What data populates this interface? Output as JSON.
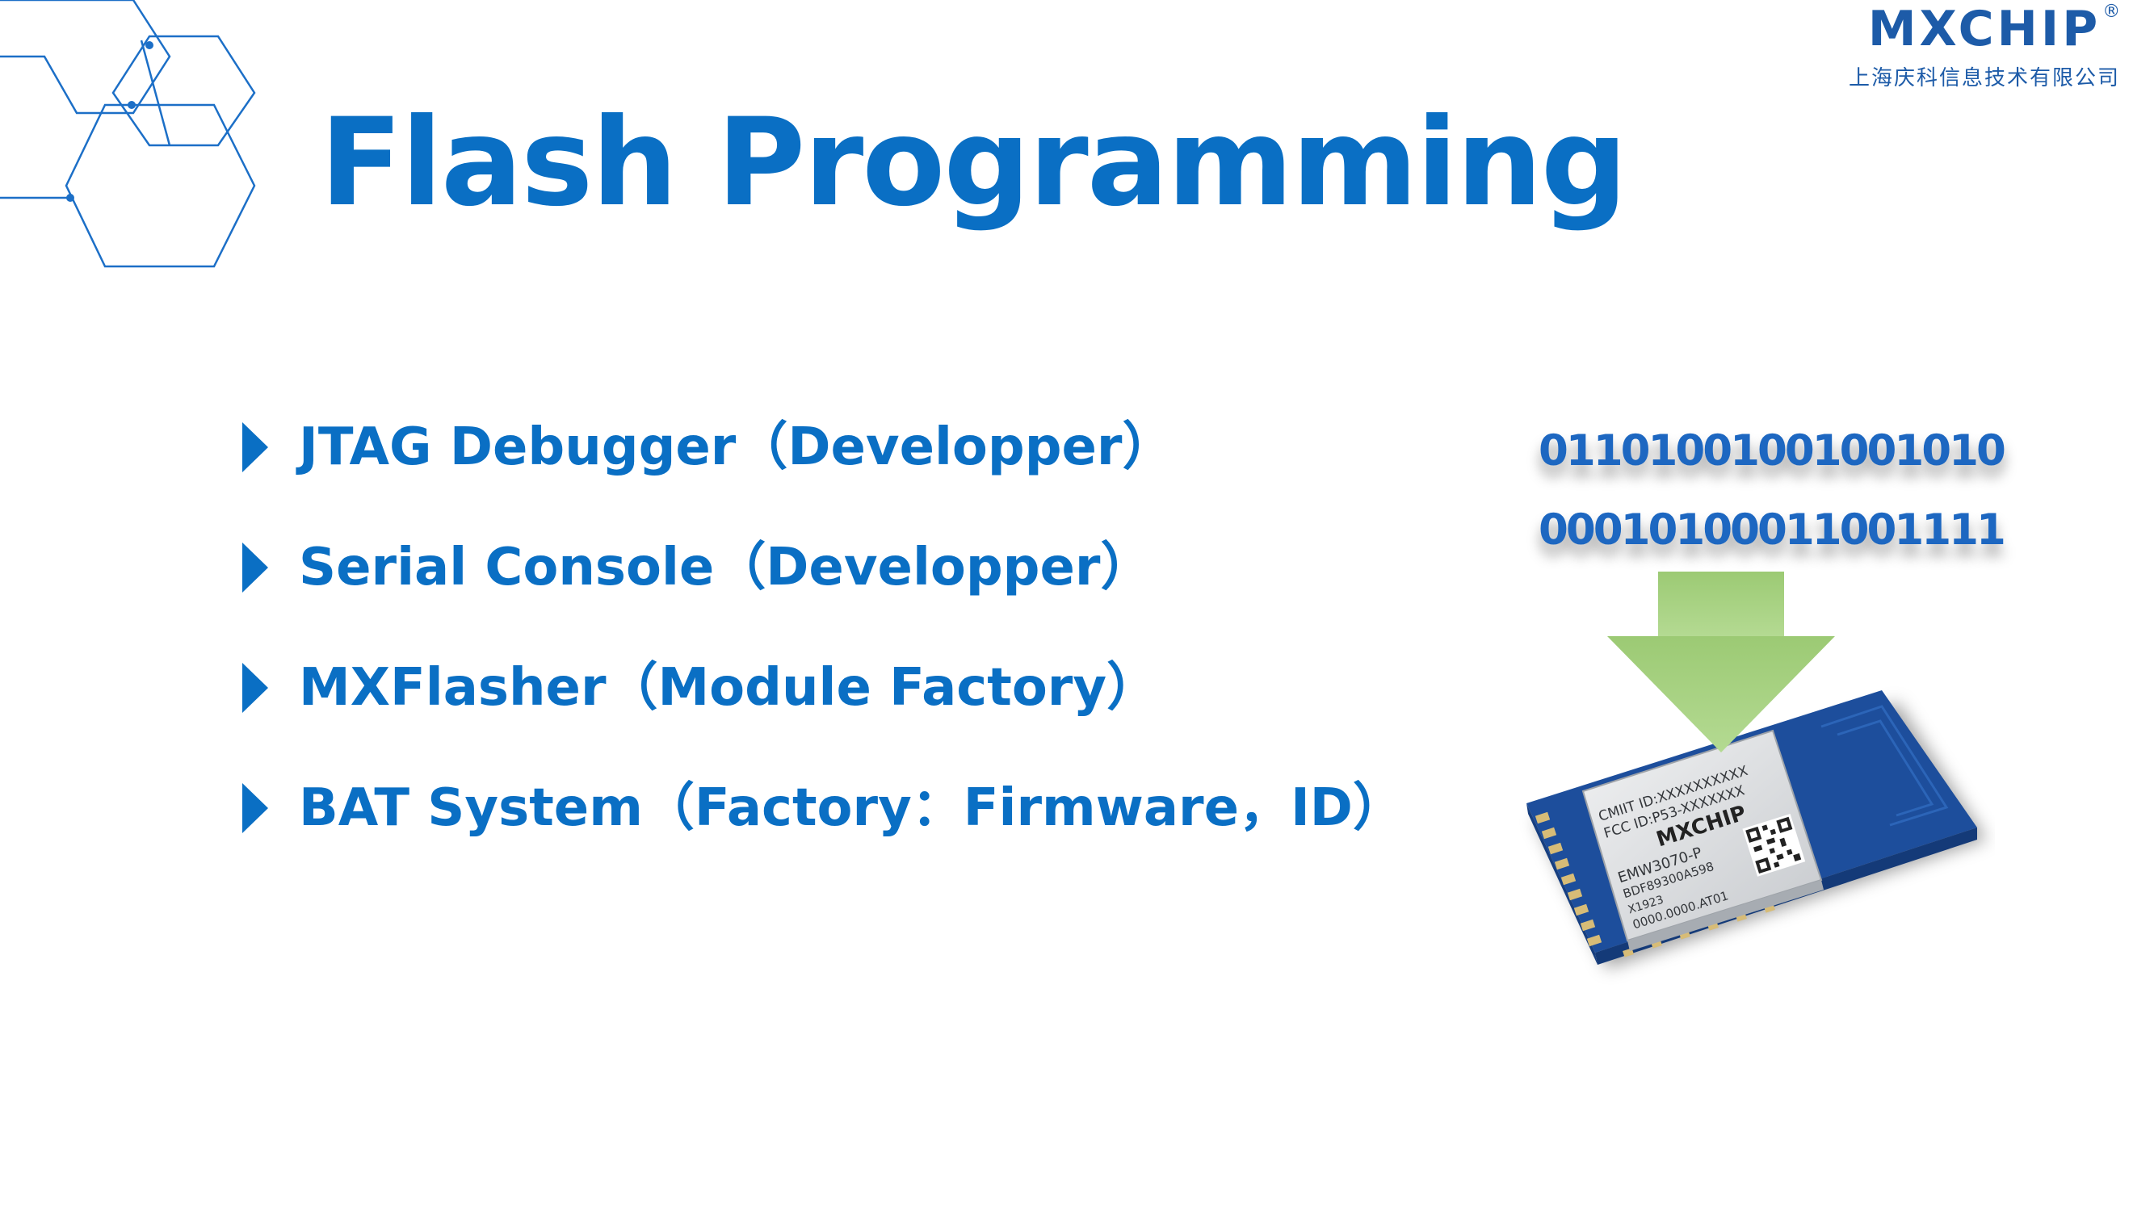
{
  "slide": {
    "title": "Flash Programming",
    "accent_color": "#0a6fc4"
  },
  "logo": {
    "wordmark": "MXCHIP",
    "registered_mark": "®",
    "company_name_cn": "上海庆科信息技术有限公司"
  },
  "bullets": [
    {
      "text": "JTAG Debugger（Developper）"
    },
    {
      "text": "Serial Console（Developper）"
    },
    {
      "text": "MXFlasher（Module Factory）"
    },
    {
      "text": "BAT System（Factory：Firmware，ID）"
    }
  ],
  "illustration": {
    "binary_lines": [
      "01101001001001010",
      "00010100011001111"
    ],
    "arrow_color": "#a6d17f",
    "module": {
      "label_lines": [
        "CMIIT ID:XXXXXXXXXX",
        "FCC ID:P53-XXXXXXX",
        "MXCHIP",
        "EMW3070-P",
        "BDF89300A598",
        "X1923",
        "0000.0000.AT01"
      ],
      "board_color": "#1d4e9c",
      "shield_color": "#dadcdf",
      "pad_color": "#d7bc77",
      "icons": [
        "qr-code-icon",
        "down-arrow-icon",
        "hexagon-deco-icon"
      ]
    }
  }
}
